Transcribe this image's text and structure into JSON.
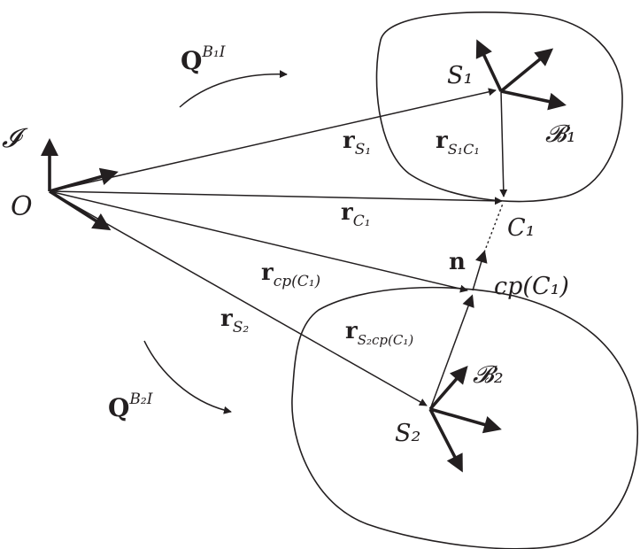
{
  "diagram": {
    "labels": {
      "inertial_frame": "𝓘",
      "origin": "O",
      "q_b1": "Q",
      "q_b1_sup": "B₁I",
      "q_b2": "Q",
      "q_b2_sup": "B₂I",
      "s1": "S₁",
      "b1": "𝓑₁",
      "c1": "C₁",
      "r_s1": "r",
      "r_s1_sub": "S₁",
      "r_s1c1": "r",
      "r_s1c1_sub": "S₁C₁",
      "r_c1": "r",
      "r_c1_sub": "C₁",
      "n": "n",
      "cp_c1": "cp(C₁)",
      "r_cpc1": "r",
      "r_cpc1_sub": "cp(C₁)",
      "r_s2": "r",
      "r_s2_sub": "S₂",
      "r_s2cpc1": "r",
      "r_s2cpc1_sub": "S₂cp(C₁)",
      "b2": "𝓑₂",
      "s2": "S₂"
    },
    "colors": {
      "ink": "#231f20",
      "background": "#ffffff"
    }
  }
}
